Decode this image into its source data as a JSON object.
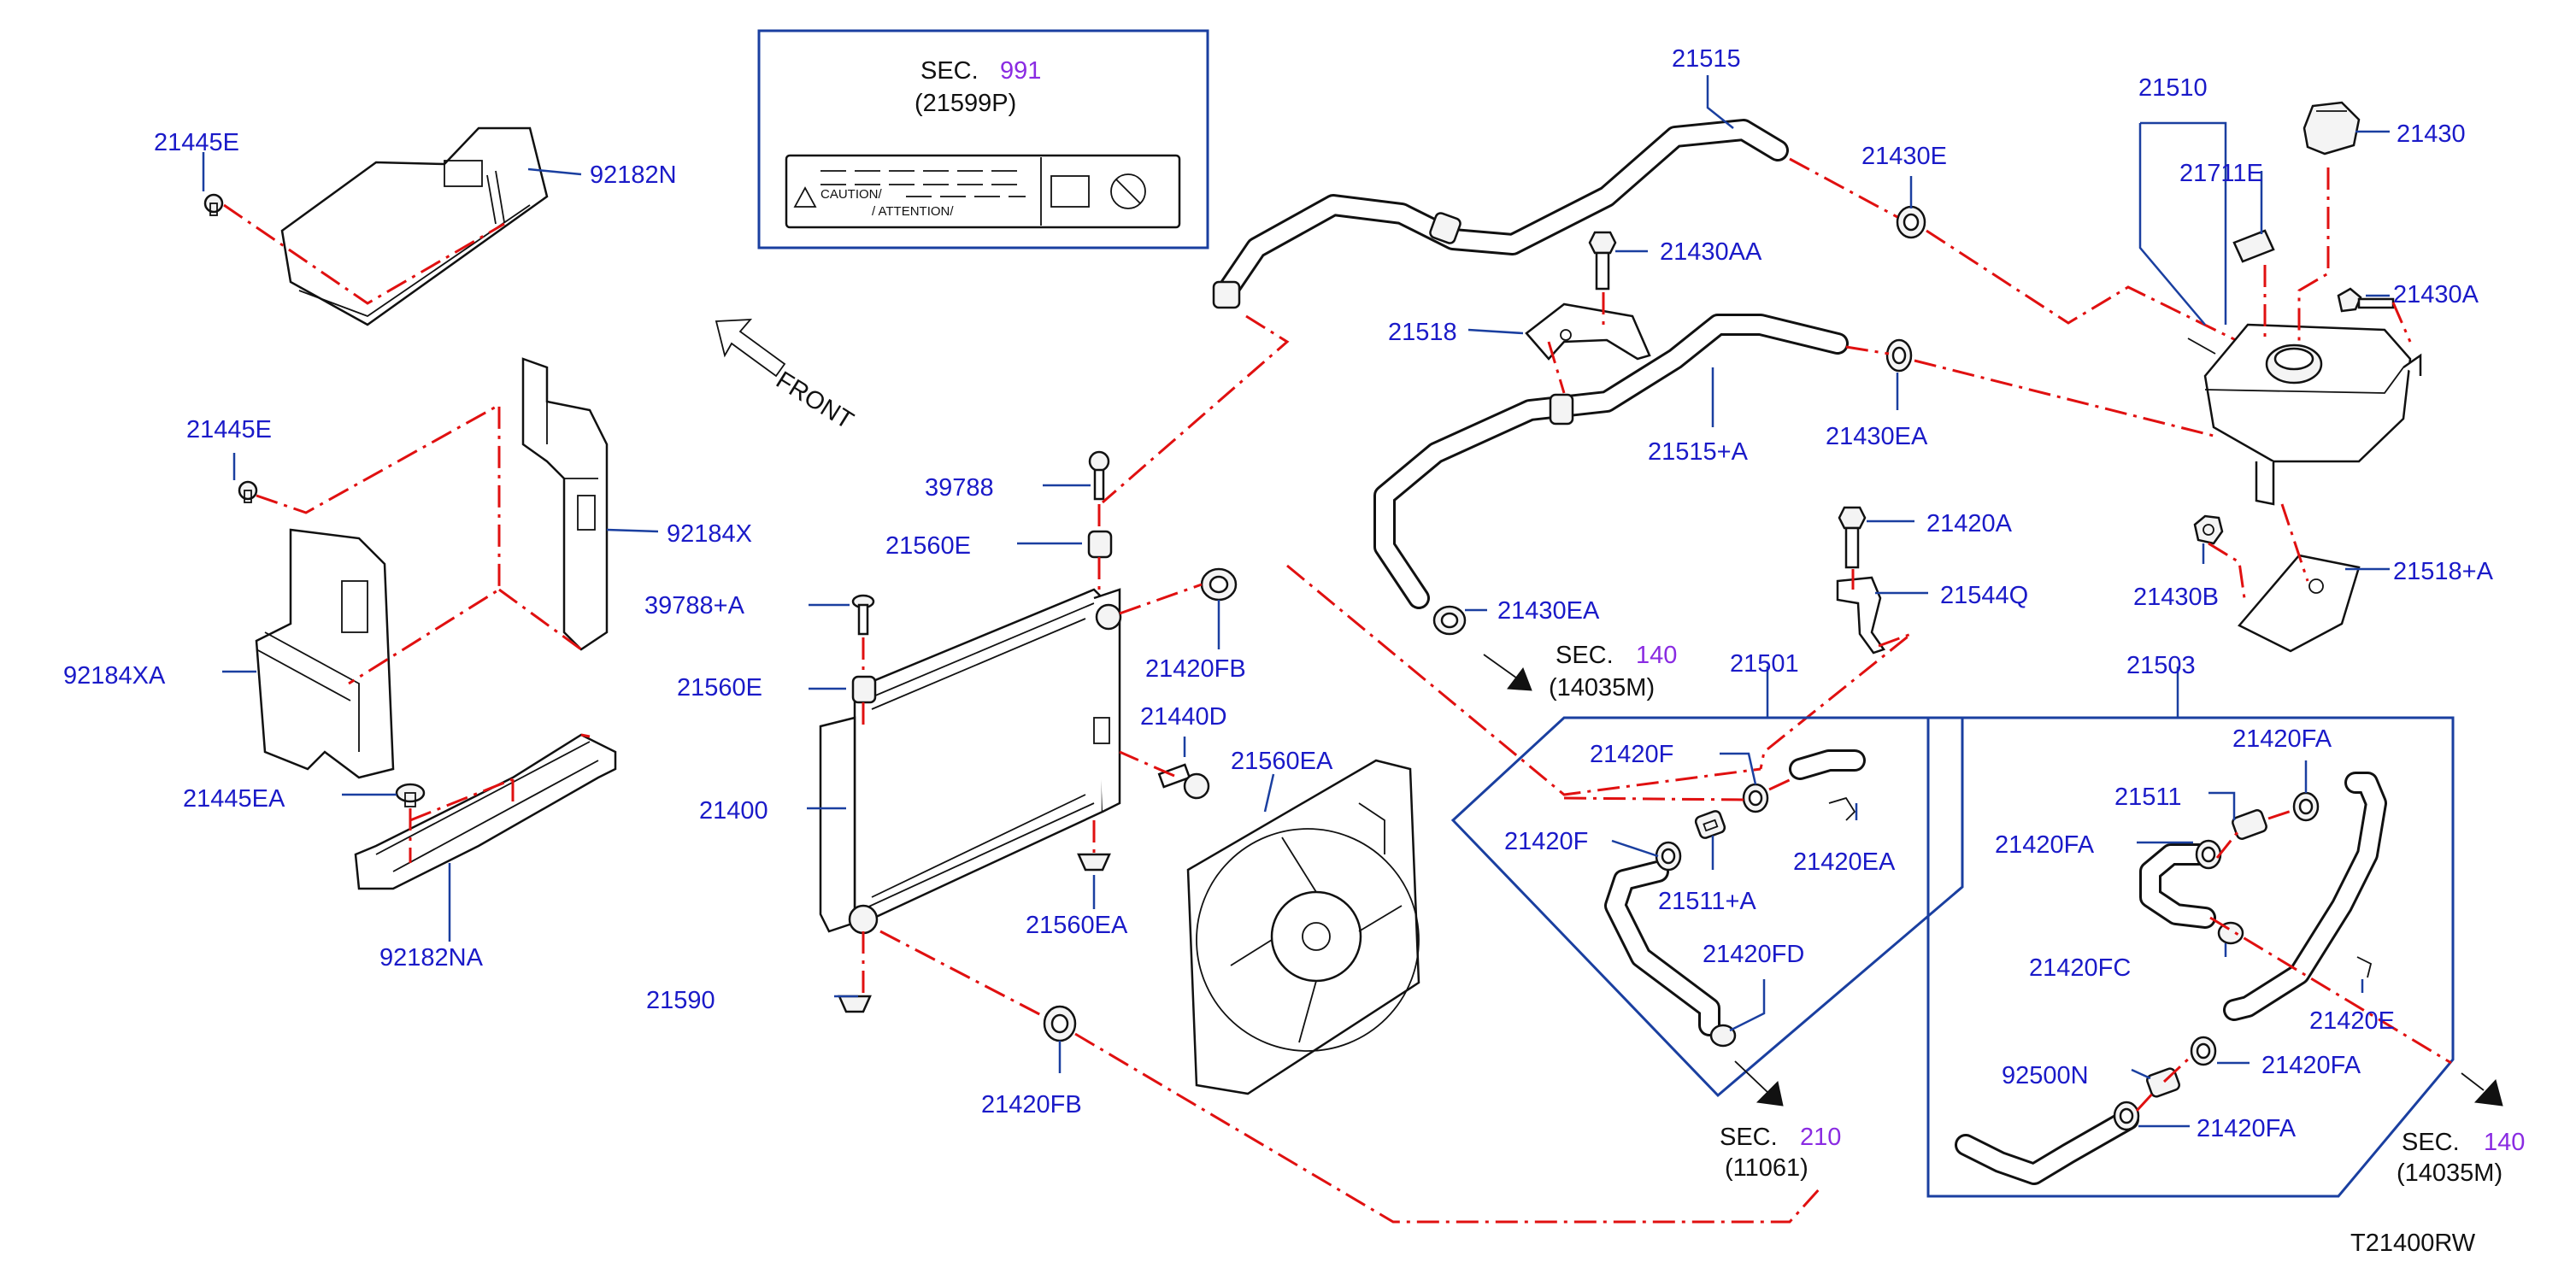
{
  "diagram_code": "T21400RW",
  "front_label": "FRONT",
  "caution_box": {
    "sec_prefix": "SEC.",
    "sec_number": "991",
    "part_code": "(21599P)",
    "caution": "CAUTION/",
    "attention": "/ ATTENTION/"
  },
  "section_refs": [
    {
      "prefix": "SEC.",
      "number": "140",
      "code": "(14035M)"
    },
    {
      "prefix": "SEC.",
      "number": "210",
      "code": "(11061)"
    },
    {
      "prefix": "SEC.",
      "number": "140",
      "code": "(14035M)"
    }
  ],
  "labels": [
    "21445E",
    "92182N",
    "21445E",
    "92184X",
    "92184XA",
    "21445EA",
    "92182NA",
    "39788",
    "21560E",
    "39788+A",
    "21560E",
    "21400",
    "21560EA",
    "21420FB",
    "21440D",
    "21560EA",
    "21590",
    "21420FB",
    "21515",
    "21430E",
    "21430AA",
    "21518",
    "21515+A",
    "21430EA",
    "21430EA",
    "21510",
    "21711E",
    "21430",
    "21430A",
    "21430B",
    "21518+A",
    "21420A",
    "21544Q",
    "21501",
    "21420F",
    "21420F",
    "21420EA",
    "21511+A",
    "21420FD",
    "21503",
    "21420FA",
    "21511",
    "21420FA",
    "21420FC",
    "21420E",
    "92500N",
    "21420FA",
    "21420FA"
  ]
}
